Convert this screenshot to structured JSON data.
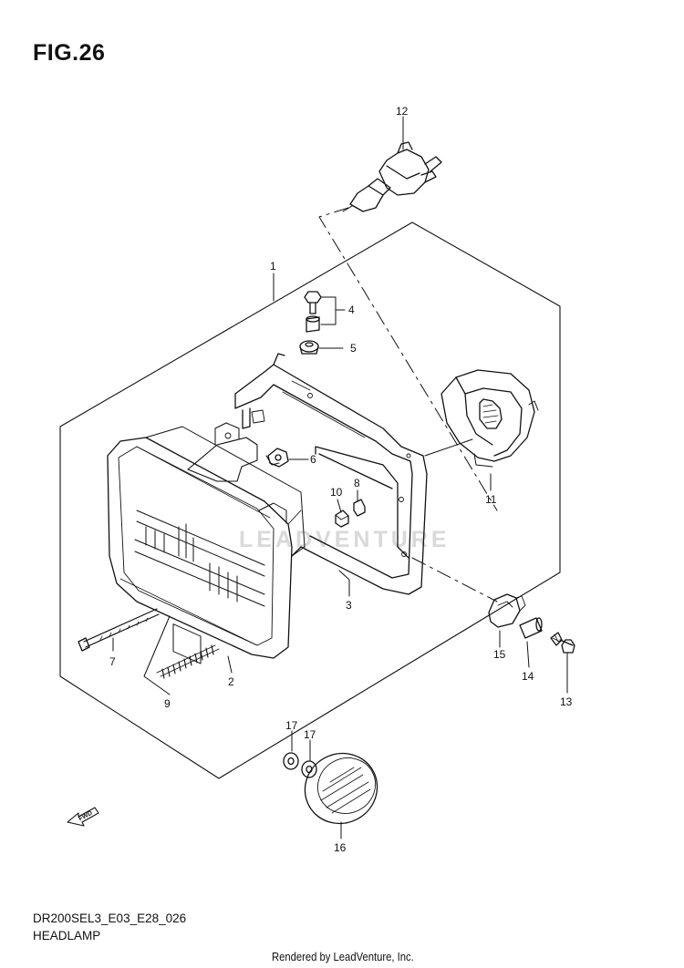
{
  "figure": {
    "title": "FIG.26",
    "diagram_code": "DR200SEL3_E03_E28_026",
    "diagram_name": "HEADLAMP",
    "credit": "Rendered by LeadVenture, Inc.",
    "watermark": "LEADVENTURE"
  },
  "callouts": [
    {
      "id": "c1",
      "number": "1"
    },
    {
      "id": "c2",
      "number": "2"
    },
    {
      "id": "c3",
      "number": "3"
    },
    {
      "id": "c4",
      "number": "4"
    },
    {
      "id": "c5",
      "number": "5"
    },
    {
      "id": "c6",
      "number": "6"
    },
    {
      "id": "c7",
      "number": "7"
    },
    {
      "id": "c8",
      "number": "8"
    },
    {
      "id": "c9",
      "number": "9"
    },
    {
      "id": "c10",
      "number": "10"
    },
    {
      "id": "c11",
      "number": "11"
    },
    {
      "id": "c12",
      "number": "12"
    },
    {
      "id": "c13",
      "number": "13"
    },
    {
      "id": "c14",
      "number": "14"
    },
    {
      "id": "c15",
      "number": "15"
    },
    {
      "id": "c16",
      "number": "16"
    },
    {
      "id": "c17a",
      "number": "17"
    },
    {
      "id": "c17b",
      "number": "17"
    }
  ],
  "fwd_label": "FWD",
  "icons": [
    "fwd-arrow-icon"
  ]
}
